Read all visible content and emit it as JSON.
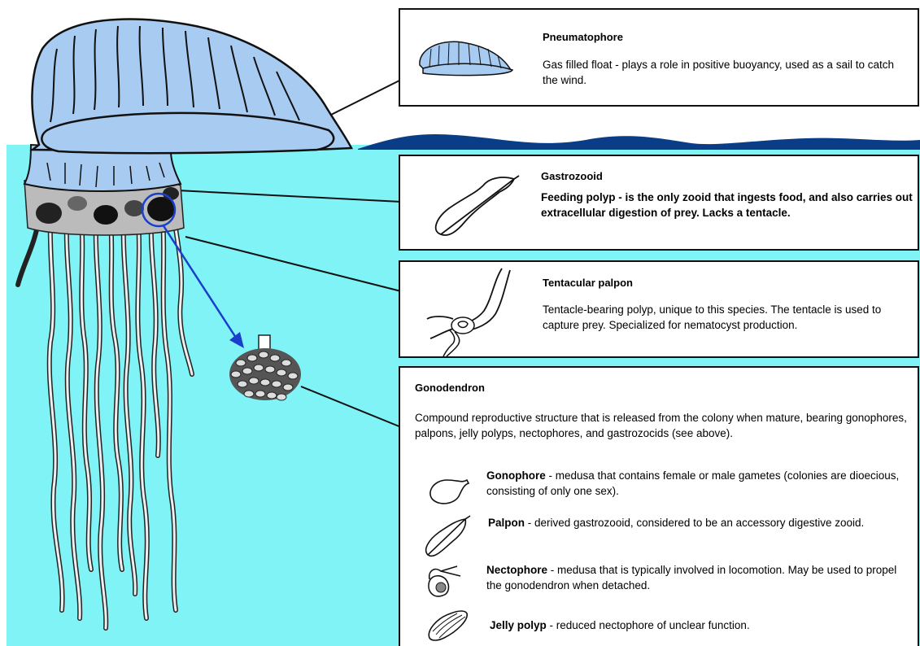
{
  "panels": {
    "pneumatophore": {
      "title": "Pneumatophore",
      "text": "Gas filled float - plays a role in positive buoyancy, used as a sail to catch the wind."
    },
    "gastrozooid": {
      "title": "Gastrozooid",
      "text": "Feeding polyp - is the only zooid that ingests food, and also carries out extracellular digestion of prey. Lacks a tentacle."
    },
    "palpon": {
      "title": "Tentacular palpon",
      "text": "Tentacle-bearing polyp, unique to this species. The tentacle is used to capture prey. Specialized for nematocyst production."
    },
    "gonodendron": {
      "title": "Gonodendron",
      "text": "Compound reproductive structure that is released from the colony when mature, bearing gonophores, palpons, jelly polyps, nectophores, and gastrozocids (see above).",
      "items": [
        {
          "name": "Gonophore",
          "desc": " - medusa that contains female or male gametes (colonies are dioecious, consisting of only one sex)."
        },
        {
          "name": "Palpon",
          "desc": " - derived gastrozooid, considered to be an accessory digestive zooid."
        },
        {
          "name": "Nectophore",
          "desc": " - medusa that is typically involved in locomotion. May be used to propel the gonodendron when detached."
        },
        {
          "name": "Jelly polyp",
          "desc": " - reduced nectophore of unclear function."
        }
      ]
    }
  },
  "colors": {
    "sea": "#7ff3f6",
    "float": "#a8cbf1",
    "wave": "#0b3c86",
    "arrow": "#1a3fc9"
  }
}
